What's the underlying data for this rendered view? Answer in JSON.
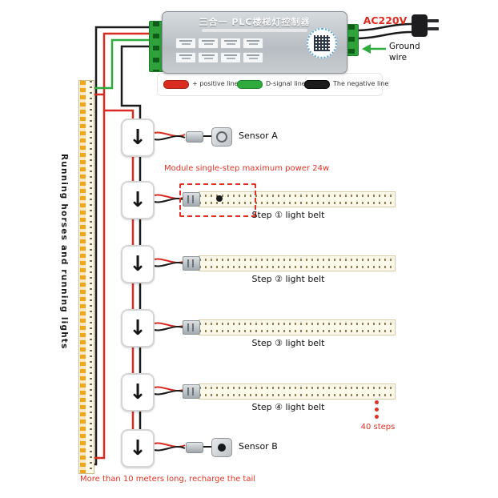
{
  "controller": {
    "title": "三合一 PLC楼梯灯控制器",
    "power": "AC220V",
    "ground": "Ground wire"
  },
  "legend": {
    "items": [
      {
        "label": "+ positive line",
        "color": "#d92b20"
      },
      {
        "label": "D-signal line",
        "color": "#2eab3c"
      },
      {
        "label": "The negative line",
        "color": "#1b1b1b"
      }
    ]
  },
  "left_strip": {
    "label": "Running horses and running lights"
  },
  "chain": {
    "sensor_a": "Sensor A",
    "sensor_b": "Sensor B",
    "max_power_note": "Module single-step maximum power 24w",
    "steps_note": "40 steps",
    "tail_note": "More than 10 meters long, recharge the tail"
  },
  "steps": [
    "Step ① light belt",
    "Step ② light belt",
    "Step ③ light belt",
    "Step ④ light belt"
  ],
  "icons": {
    "down_arrow": "↓"
  }
}
